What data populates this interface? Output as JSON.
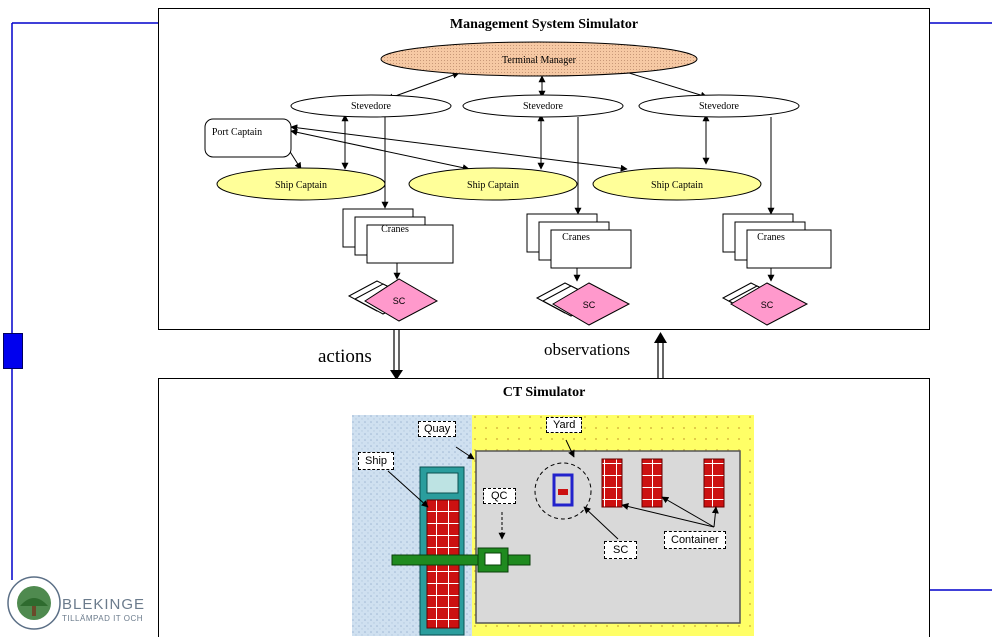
{
  "management": {
    "title": "Management System Simulator",
    "terminal_manager": "Terminal Manager",
    "stevedores": [
      "Stevedore",
      "Stevedore",
      "Stevedore"
    ],
    "port_captain": "Port Captain",
    "ship_captains": [
      "Ship Captain",
      "Ship Captain",
      "Ship Captain"
    ],
    "cranes": [
      "Cranes",
      "Cranes",
      "Cranes"
    ],
    "sc": [
      "SC",
      "SC",
      "SC"
    ]
  },
  "flows": {
    "actions": "actions",
    "observations": "observations"
  },
  "ct": {
    "title": "CT Simulator",
    "labels": {
      "quay": "Quay",
      "yard": "Yard",
      "ship": "Ship",
      "qc": "QC",
      "sc": "SC",
      "container": "Container"
    }
  },
  "logo": {
    "name": "BLEKINGE",
    "sub": "TILLÄMPAD IT OCH"
  },
  "colors": {
    "frame_line": "#0000cc",
    "terminal_manager_fill": "#f6c9a4",
    "ship_captain_fill": "#ffff99",
    "sc_fill": "#ff99cc",
    "yard_fill": "#ffff66",
    "water_fill": "#cfe0f0",
    "container_fill": "#cc1111",
    "ship_fill": "#2a9d9d",
    "qc_fill": "#1f8a1f"
  }
}
